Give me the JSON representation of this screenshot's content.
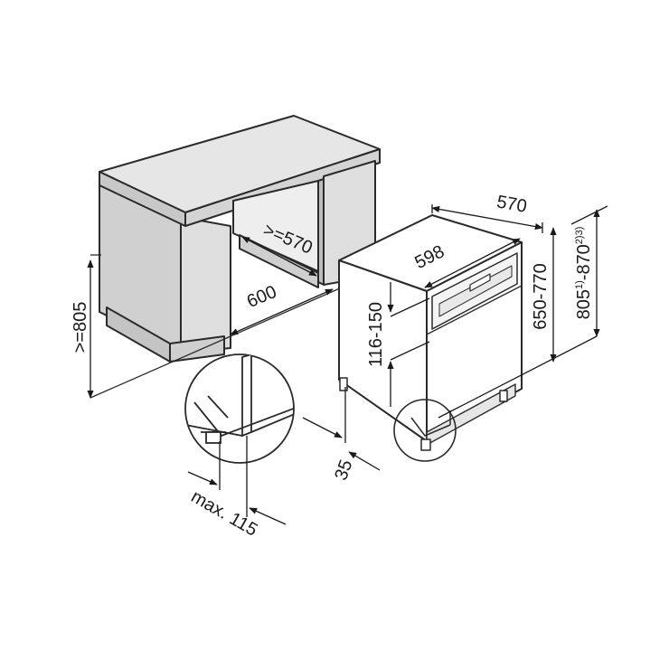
{
  "diagram": {
    "dimensions": {
      "niche_height": ">=805",
      "niche_depth": ">=570",
      "niche_width": "600",
      "appliance_depth": "570",
      "appliance_width": "598",
      "panel_height": "116-150",
      "appliance_height": "650-770",
      "total_height_base": "805",
      "total_height_sup1": "1)",
      "total_height_mid": "-870",
      "total_height_sup2": "2)3)",
      "plinth_offset": "35",
      "detail_label": "max. 115"
    },
    "colors": {
      "cabinet_fill": "#d9d9d9",
      "cabinet_top": "#e6e6e6",
      "outline": "#2a2a2a",
      "appliance_fill": "#ffffff"
    }
  }
}
